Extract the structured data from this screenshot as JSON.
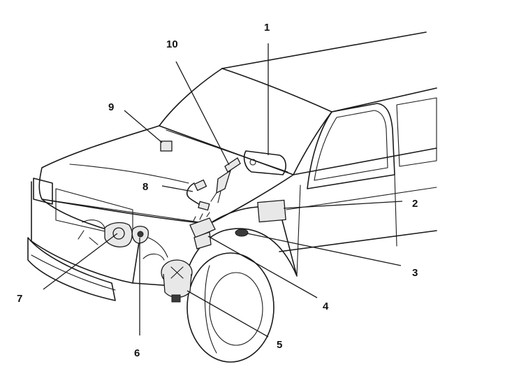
{
  "diagram": {
    "type": "vehicle-component-location-diagram",
    "callouts": [
      {
        "id": "1",
        "label": "1"
      },
      {
        "id": "2",
        "label": "2"
      },
      {
        "id": "3",
        "label": "3"
      },
      {
        "id": "4",
        "label": "4"
      },
      {
        "id": "5",
        "label": "5"
      },
      {
        "id": "6",
        "label": "6"
      },
      {
        "id": "7",
        "label": "7"
      },
      {
        "id": "8",
        "label": "8"
      },
      {
        "id": "9",
        "label": "9"
      },
      {
        "id": "10",
        "label": "10"
      }
    ]
  },
  "colors": {
    "line": "#1a1a1a",
    "background": "#ffffff"
  }
}
